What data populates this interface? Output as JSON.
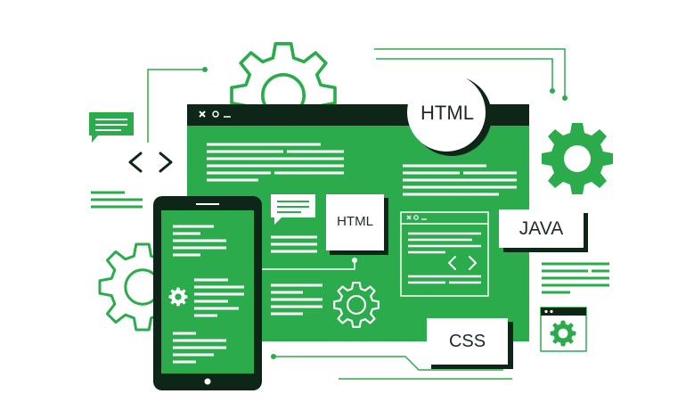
{
  "labels": {
    "html_badge": "HTML",
    "html_card": "HTML",
    "java_card": "JAVA",
    "css_card": "CSS"
  },
  "colors": {
    "green": "#2bab4b",
    "dark": "#0e2617",
    "ink": "#1d2b20",
    "white": "#ffffff"
  },
  "icons": [
    "gear-icon",
    "code-brackets-icon",
    "chat-bubble-icon",
    "window-icon"
  ]
}
